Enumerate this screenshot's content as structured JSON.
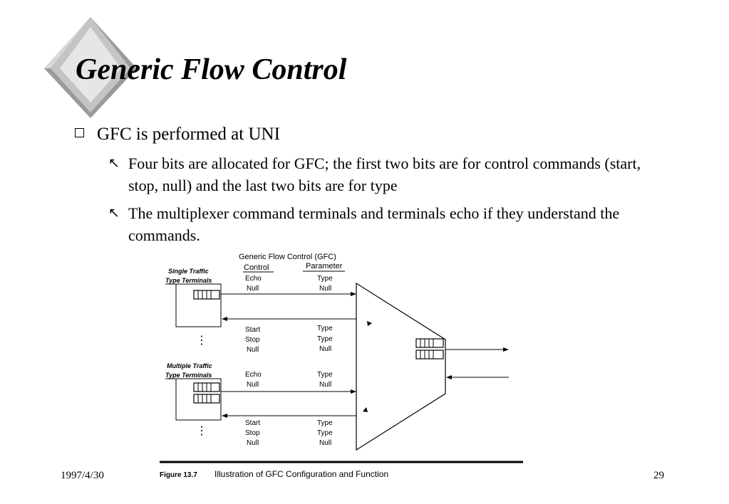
{
  "slide": {
    "title": "Generic Flow Control",
    "bullet": "GFC is performed at UNI",
    "sub_bullets": [
      "Four bits are allocated for GFC; the first two bits are for control commands (start, stop, null) and the last two bits are for type",
      "The multiplexer command terminals and terminals echo if they understand the commands."
    ],
    "arrow_glyph": "↖"
  },
  "figure": {
    "header": "Generic Flow Control (GFC)",
    "col_control": "Control",
    "col_parameter": "Parameter",
    "single_label_1": "Single Traffic",
    "single_label_2": "Type Terminals",
    "multiple_label_1": "Multiple Traffic",
    "multiple_label_2": "Type Terminals",
    "ellipsis": "⋮",
    "g1_control": [
      "Echo",
      "Null"
    ],
    "g1_param": [
      "Type",
      "Null"
    ],
    "g2_control": [
      "Start",
      "Stop",
      "Null"
    ],
    "g2_param": [
      "Type",
      "Type",
      "Null"
    ],
    "g3_control": [
      "Echo",
      "Null"
    ],
    "g3_param": [
      "Type",
      "Null"
    ],
    "g4_control": [
      "Start",
      "Stop",
      "Null"
    ],
    "g4_param": [
      "Type",
      "Type",
      "Null"
    ],
    "caption_label": "Figure 13.7",
    "caption_text": "Illustration of GFC Configuration and Function"
  },
  "footer": {
    "date": "1997/4/30",
    "page": "29"
  },
  "colors": {
    "diamond_light": "#e6e6e6",
    "diamond_mid": "#c4c4c4",
    "diamond_dark": "#9a9a9a"
  }
}
